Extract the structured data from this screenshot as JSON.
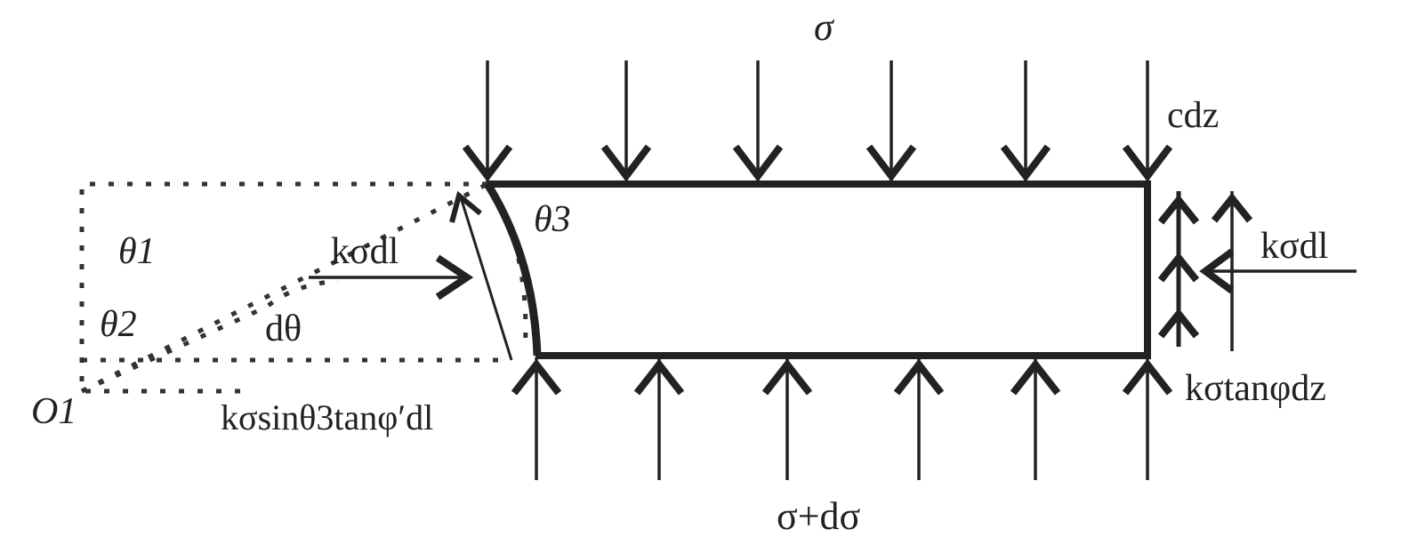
{
  "labels": {
    "top_load": "σ",
    "bottom_load": "σ+dσ",
    "cohesion": "cdz",
    "right_normal": "kσdl",
    "right_shear": "kσtanφdz",
    "left_normal": "kσdl",
    "left_shear": "kσsinθ3tanφ′dl",
    "theta1": "θ1",
    "theta2": "θ2",
    "theta3": "θ3",
    "dtheta": "dθ",
    "origin": "O1"
  },
  "colors": {
    "ink": "#222222",
    "background": "#ffffff"
  }
}
